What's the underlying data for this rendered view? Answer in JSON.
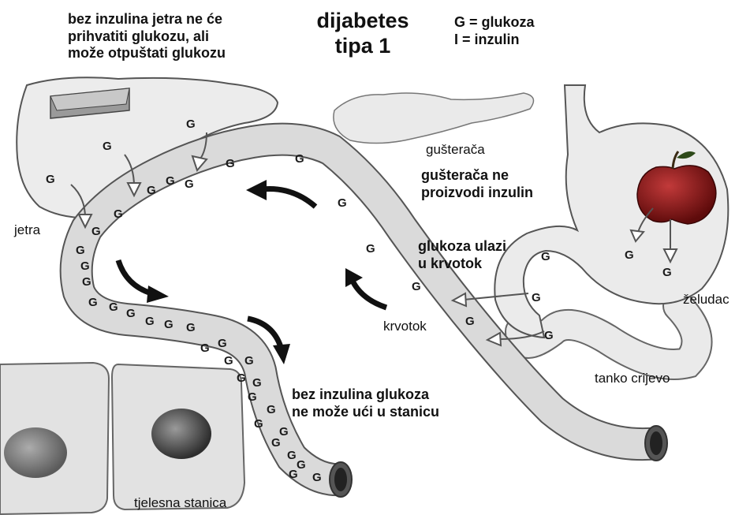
{
  "title": [
    "dijabetes",
    "tipa 1"
  ],
  "legend": [
    "G = glukoza",
    "I = inzulin"
  ],
  "liver_note": [
    "bez inzulina jetra ne će",
    "prihvatiti glukozu, ali",
    "može otpuštati glukozu"
  ],
  "labels": {
    "liver": "jetra",
    "pancreas": "gušterača",
    "stomach": "želudac",
    "small_intestine": "tanko crijevo",
    "bloodstream": "krvotok",
    "body_cell": "tjelesna stanica"
  },
  "pancreas_note": [
    "gušterača ne",
    "proizvodi inzulin"
  ],
  "entry_note": [
    "glukoza ulazi",
    "u krvotok"
  ],
  "cell_note": [
    "bez inzulina glukoza",
    "ne može ući u stanicu"
  ],
  "glucose_symbol": "G",
  "colors": {
    "vessel": "#dadada",
    "organ": "#ececec",
    "outline": "#555555",
    "apple": "#8b1414",
    "arrow": "#111111"
  }
}
